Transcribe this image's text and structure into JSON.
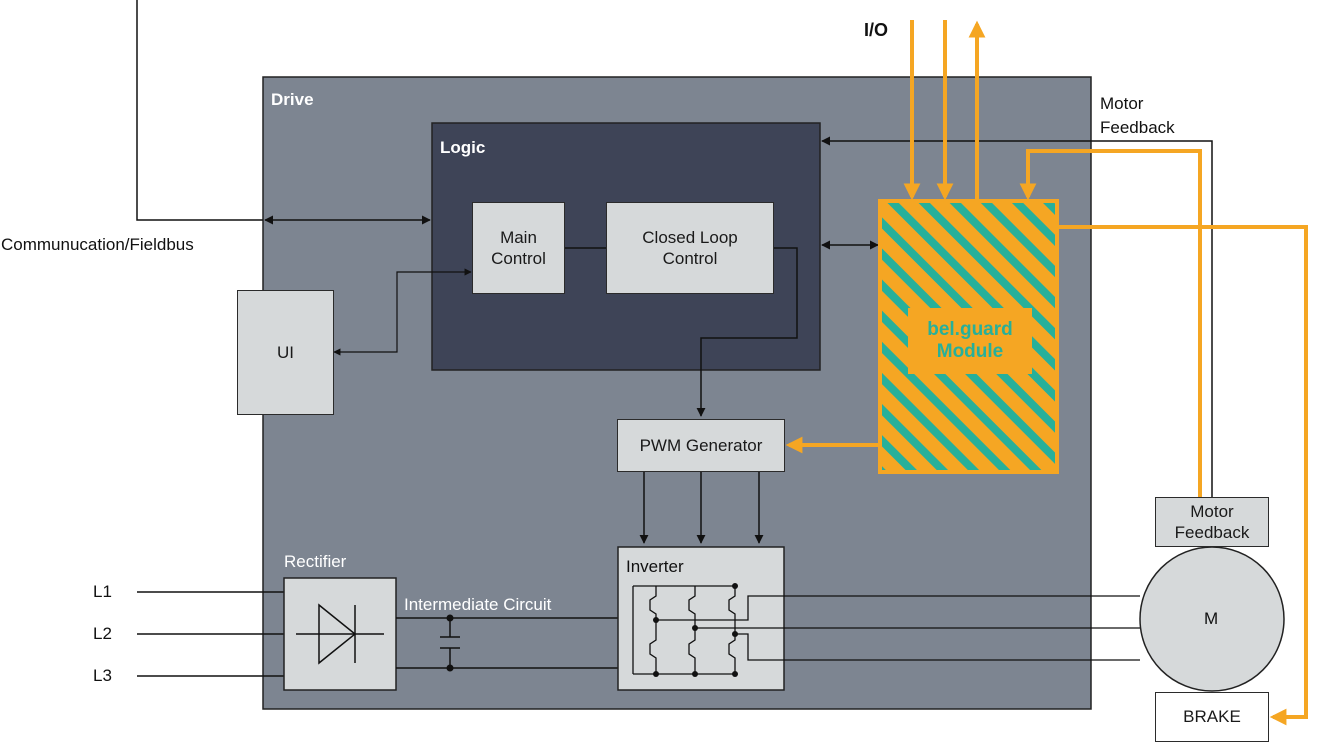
{
  "labels": {
    "io": "I/O",
    "drive": "Drive",
    "logic": "Logic",
    "motor_feedback_top": [
      "Motor",
      "Feedback"
    ],
    "communication": "Communucation/Fieldbus",
    "rectifier": "Rectifier",
    "intermediate_circuit": "Intermediate Circuit",
    "inverter": "Inverter",
    "l1": "L1",
    "l2": "L2",
    "l3": "L3"
  },
  "blocks": {
    "main_control": [
      "Main",
      "Control"
    ],
    "closed_loop_control": [
      "Closed Loop",
      "Control"
    ],
    "ui": "UI",
    "pwm_generator": "PWM Generator",
    "motor_feedback": [
      "Motor",
      "Feedback"
    ],
    "motor": "M",
    "brake": "BRAKE",
    "guard_module": [
      "bel.guard",
      "Module"
    ]
  },
  "colors": {
    "drive_bg": "#7d8591",
    "logic_bg": "#3e4457",
    "block_bg": "#d6d9da",
    "accent_orange": "#f5a623",
    "guard_stripe": "#27b09a"
  }
}
